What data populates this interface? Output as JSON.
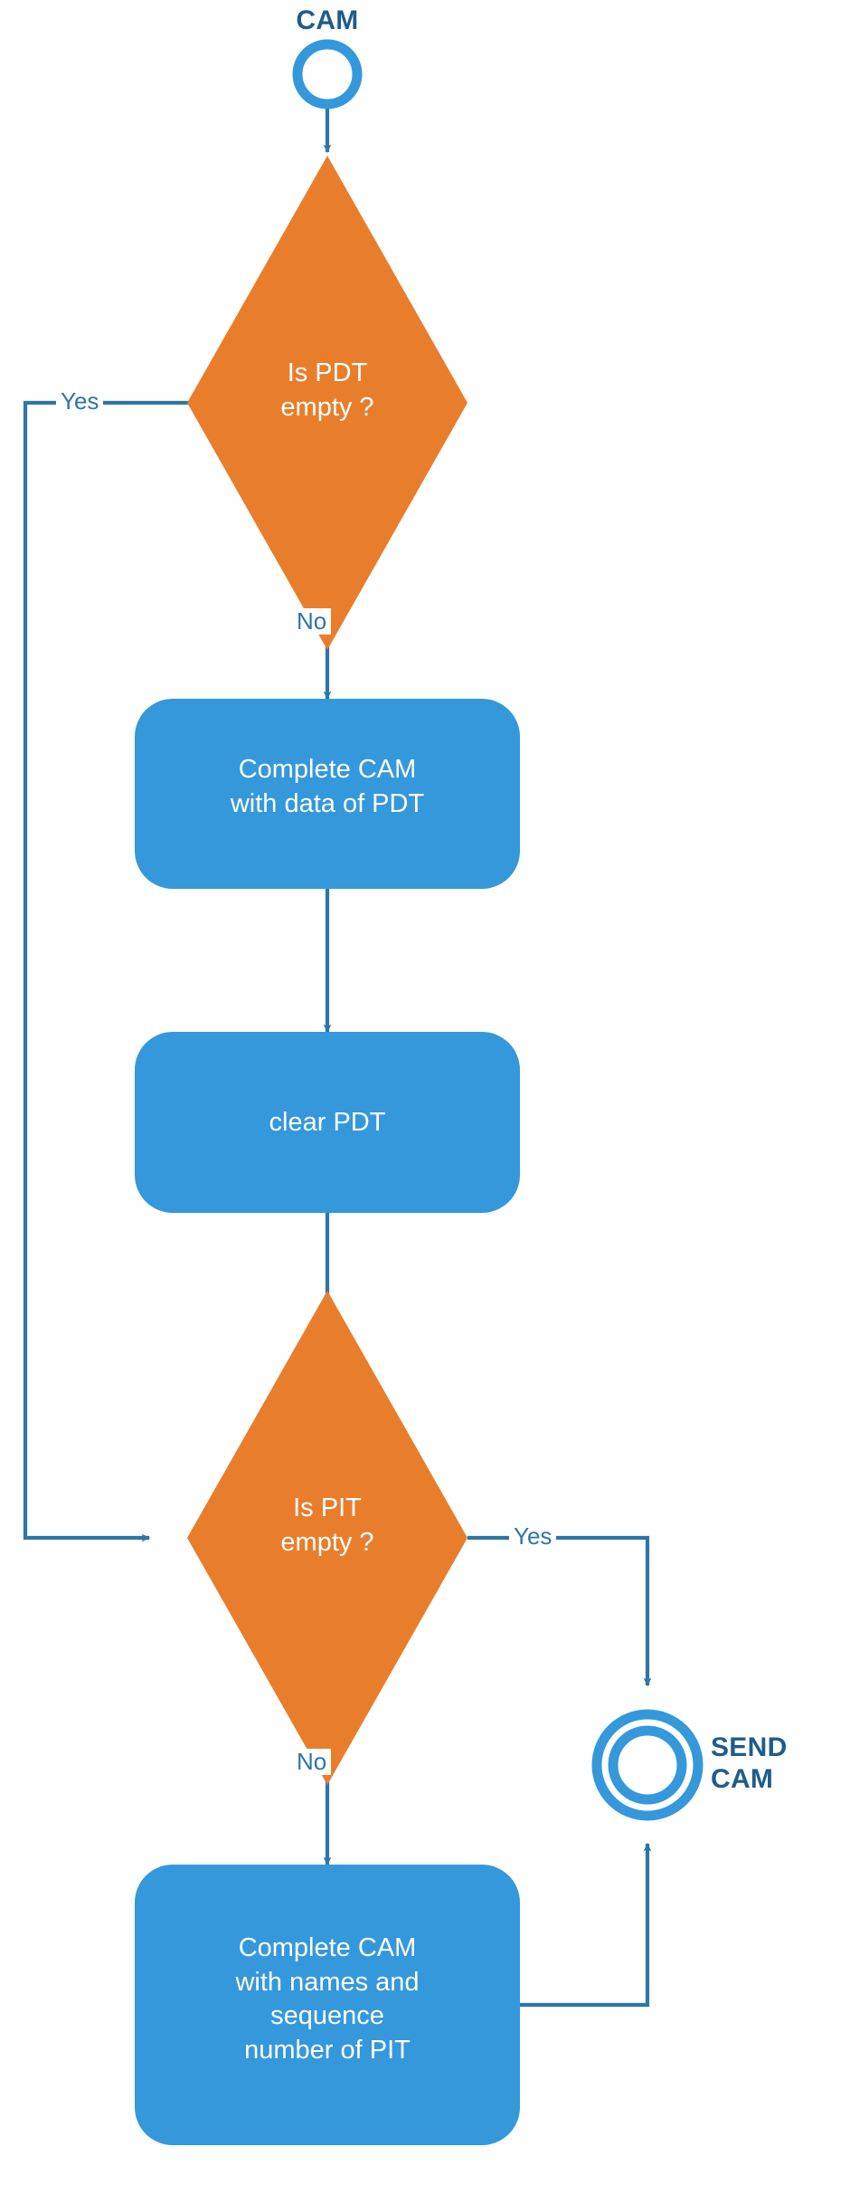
{
  "diagram": {
    "type": "flowchart",
    "title": "CAM composition flowchart",
    "colors": {
      "decision_fill": "#E87E2C",
      "process_fill": "#3498DB",
      "terminal_stroke": "#3498DB",
      "connector_stroke": "#2E75A8",
      "node_text": "#FFFFFF",
      "caption_text": "#1F5C8B",
      "edge_label_text": "#2E75A8",
      "background": "#FFFFFF"
    },
    "nodes": [
      {
        "id": "start",
        "shape": "start-circle",
        "caption": "CAM",
        "caption_position": "above"
      },
      {
        "id": "decision-pdt",
        "shape": "diamond",
        "label": "Is PDT\nempty ?"
      },
      {
        "id": "process-complete-pdt",
        "shape": "rounded-rect",
        "label": "Complete CAM\nwith data of PDT"
      },
      {
        "id": "process-clear-pdt",
        "shape": "rounded-rect",
        "label": "clear PDT"
      },
      {
        "id": "decision-pit",
        "shape": "diamond",
        "label": "Is PIT\nempty ?"
      },
      {
        "id": "end-send-cam",
        "shape": "end-double-circle",
        "caption": "SEND\nCAM",
        "caption_position": "right"
      },
      {
        "id": "process-complete-pit",
        "shape": "rounded-rect",
        "label": "Complete CAM\nwith names and\nsequence\nnumber of PIT"
      }
    ],
    "edges": [
      {
        "id": "e-start-pdt",
        "from": "start",
        "to": "decision-pdt",
        "label": ""
      },
      {
        "id": "e-pdt-yes",
        "from": "decision-pdt",
        "to": "decision-pit",
        "label": "Yes"
      },
      {
        "id": "e-pdt-no",
        "from": "decision-pdt",
        "to": "process-complete-pdt",
        "label": "No"
      },
      {
        "id": "e-complete-clear",
        "from": "process-complete-pdt",
        "to": "process-clear-pdt",
        "label": ""
      },
      {
        "id": "e-clear-pit",
        "from": "process-clear-pdt",
        "to": "decision-pit",
        "label": ""
      },
      {
        "id": "e-pit-yes",
        "from": "decision-pit",
        "to": "end-send-cam",
        "label": "Yes"
      },
      {
        "id": "e-pit-no",
        "from": "decision-pit",
        "to": "process-complete-pit",
        "label": "No"
      },
      {
        "id": "e-pit-box-end",
        "from": "process-complete-pit",
        "to": "end-send-cam",
        "label": ""
      }
    ]
  }
}
